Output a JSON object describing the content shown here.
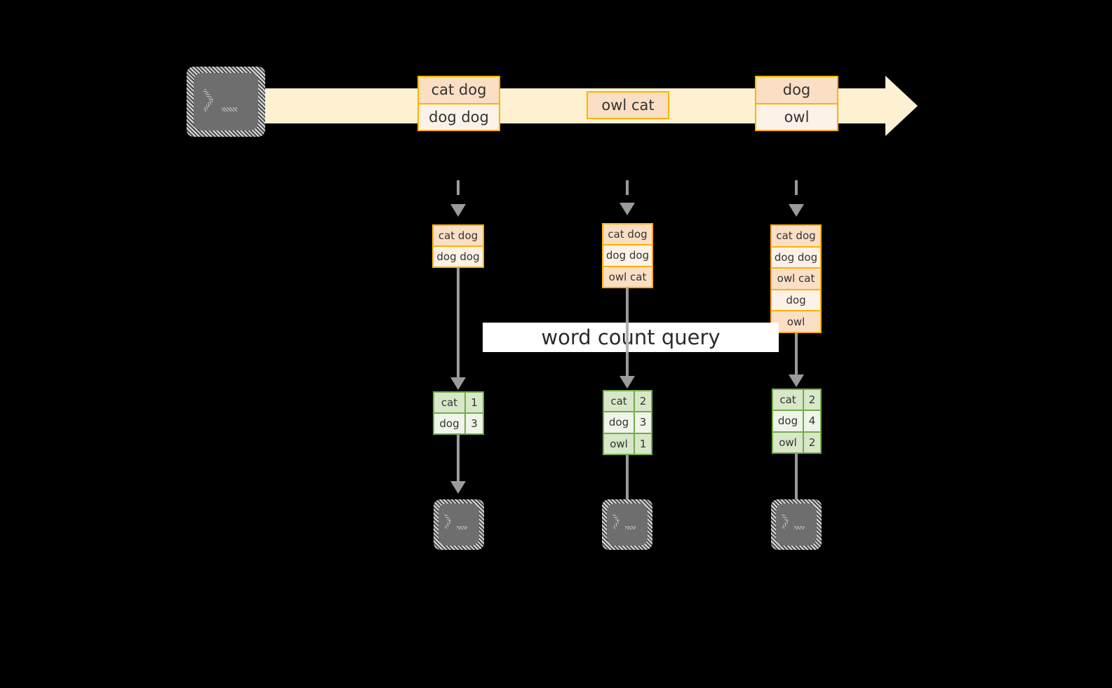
{
  "diagram": {
    "title_banner": {
      "label": "word count query"
    },
    "stream": {
      "source_icon": "terminal-icon",
      "arrow_direction": "right",
      "events": [
        {
          "id": "event-1",
          "lines": [
            "cat dog",
            "dog dog"
          ]
        },
        {
          "id": "event-2",
          "lines": [
            "owl cat"
          ]
        },
        {
          "id": "event-3",
          "lines": [
            "dog",
            "owl"
          ]
        }
      ]
    },
    "snapshots": [
      {
        "id": "snapshot-1",
        "log": {
          "lines": [
            "cat dog",
            "dog dog"
          ]
        },
        "result": {
          "rows": [
            {
              "word": "cat",
              "count": "1"
            },
            {
              "word": "dog",
              "count": "3"
            }
          ]
        },
        "sink_icon": "terminal-icon"
      },
      {
        "id": "snapshot-2",
        "log": {
          "lines": [
            "cat dog",
            "dog dog",
            "owl cat"
          ]
        },
        "result": {
          "rows": [
            {
              "word": "cat",
              "count": "2"
            },
            {
              "word": "dog",
              "count": "3"
            },
            {
              "word": "owl",
              "count": "1"
            }
          ]
        },
        "sink_icon": "terminal-icon"
      },
      {
        "id": "snapshot-3",
        "log": {
          "lines": [
            "cat dog",
            "dog dog",
            "owl cat",
            "dog",
            "owl"
          ]
        },
        "result": {
          "rows": [
            {
              "word": "cat",
              "count": "2"
            },
            {
              "word": "dog",
              "count": "4"
            },
            {
              "word": "owl",
              "count": "2"
            }
          ]
        },
        "sink_icon": "terminal-icon"
      }
    ],
    "colors": {
      "background": "#000000",
      "stream_band": "#fdf1d2",
      "box_border": "#ffb100",
      "box_fill_dark": "#fbdfc4",
      "box_fill_light": "#fdf2e7",
      "table_border": "#74ab4a",
      "table_fill_dark": "#d8e7c8",
      "table_fill_light": "#eff5e9",
      "arrow": "#9b9b9b",
      "terminal_body": "#6e6e6e",
      "banner": "#ffffff"
    }
  }
}
